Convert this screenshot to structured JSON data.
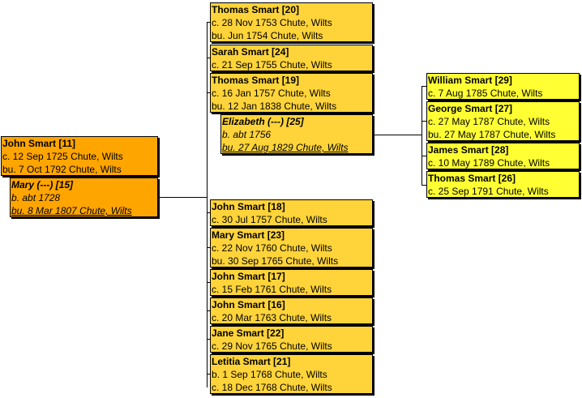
{
  "parents": [
    {
      "name": "John Smart [11]",
      "lines": [
        "c. 12 Sep 1725 Chute, Wilts",
        "bu. 7 Oct 1792 Chute, Wilts"
      ],
      "color": "#ffa500"
    },
    {
      "name": "Mary (---) [15]",
      "lines": [
        "b. abt 1728",
        "bu. 8 Mar 1807 Chute, Wilts"
      ],
      "color": "#ffa500"
    }
  ],
  "children": [
    {
      "name": "Thomas Smart [20]",
      "lines": [
        "c. 28 Nov 1753 Chute, Wilts",
        "bu. Jun 1754 Chute, Wilts"
      ]
    },
    {
      "name": "Sarah Smart [24]",
      "lines": [
        "c. 21 Sep 1755 Chute, Wilts"
      ]
    },
    {
      "name": "Thomas Smart [19]",
      "lines": [
        "c. 16 Jan 1757 Chute, Wilts",
        "bu. 12 Jan 1838 Chute, Wilts"
      ]
    },
    {
      "name": "Elizabeth (---) [25]",
      "lines": [
        "b. abt 1756",
        "bu. 27 Aug 1829 Chute, Wilts"
      ]
    },
    {
      "name": "John Smart [18]",
      "lines": [
        "c. 30 Jul 1757 Chute, Wilts"
      ]
    },
    {
      "name": "Mary Smart [23]",
      "lines": [
        "c. 22 Nov 1760 Chute, Wilts",
        "bu. 30 Sep 1765 Chute, Wilts"
      ]
    },
    {
      "name": "John Smart [17]",
      "lines": [
        "c. 15 Feb 1761 Chute, Wilts"
      ]
    },
    {
      "name": "John Smart [16]",
      "lines": [
        "c. 20 Mar 1763 Chute, Wilts"
      ]
    },
    {
      "name": "Jane Smart [22]",
      "lines": [
        "c. 29 Nov 1765 Chute, Wilts"
      ]
    },
    {
      "name": "Letitia Smart [21]",
      "lines": [
        "b. 1 Sep 1768 Chute, Wilts",
        "c. 18 Dec 1768 Chute, Wilts"
      ]
    }
  ],
  "grandchildren": [
    {
      "name": "William Smart [29]",
      "lines": [
        "c. 7 Aug 1785 Chute, Wilts"
      ]
    },
    {
      "name": "George Smart [27]",
      "lines": [
        "c. 27 May 1787 Chute, Wilts",
        "bu. 27 May 1787 Chute, Wilts"
      ]
    },
    {
      "name": "James Smart [28]",
      "lines": [
        "c. 10 May 1789 Chute, Wilts"
      ]
    },
    {
      "name": "Thomas Smart [26]",
      "lines": [
        "c. 25 Sep 1791 Chute, Wilts"
      ]
    }
  ],
  "colors": {
    "parents": "#ffa500",
    "children": "#ffd43a",
    "grandchildren": "#ffff33",
    "lines": "#000000"
  }
}
